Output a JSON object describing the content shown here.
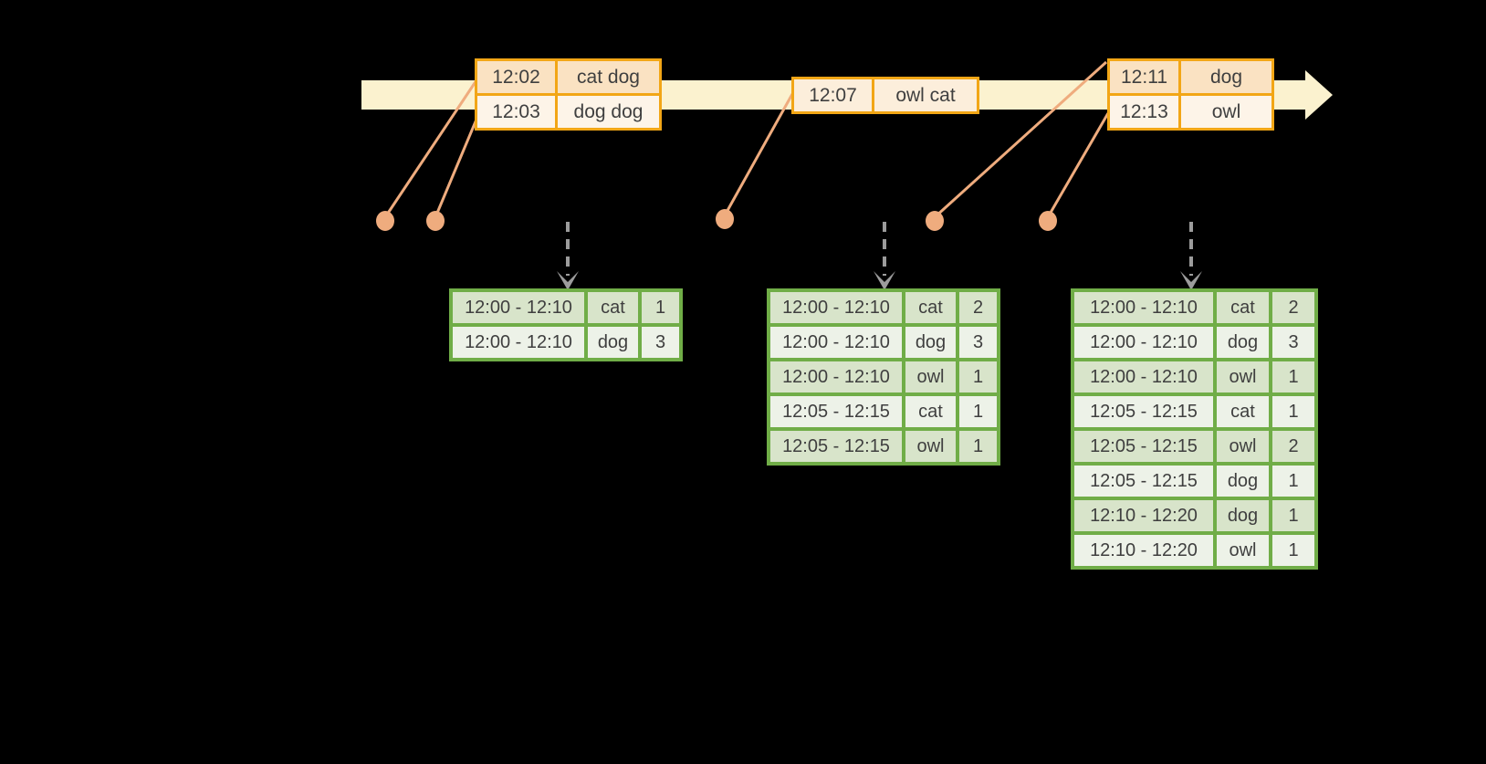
{
  "colors": {
    "background": "#000000",
    "timeline_fill": "#FBF2CF",
    "event_border": "#F2A616",
    "event_row_dark": "#FAE2C2",
    "event_row_mid": "#FCEEDB",
    "event_row_light": "#FDF4E8",
    "connector_orange": "#EFAC7E",
    "dashed_arrow_gray": "#9C9C9C",
    "result_border": "#70AD47",
    "result_row_dark": "#D8E4CA",
    "result_row_light": "#EDF2E8",
    "text": "#3F3F3F"
  },
  "event_tables": [
    {
      "rows": [
        {
          "time": "12:02",
          "words": "cat dog",
          "shade": "dark"
        },
        {
          "time": "12:03",
          "words": "dog dog",
          "shade": "light"
        }
      ]
    },
    {
      "rows": [
        {
          "time": "12:07",
          "words": "owl cat",
          "shade": "mid"
        }
      ]
    },
    {
      "rows": [
        {
          "time": "12:11",
          "words": "dog",
          "shade": "dark"
        },
        {
          "time": "12:13",
          "words": "owl",
          "shade": "light"
        }
      ]
    }
  ],
  "result_tables": [
    {
      "rows": [
        [
          "12:00 - 12:10",
          "cat",
          "1"
        ],
        [
          "12:00 - 12:10",
          "dog",
          "3"
        ]
      ]
    },
    {
      "rows": [
        [
          "12:00 - 12:10",
          "cat",
          "2"
        ],
        [
          "12:00 - 12:10",
          "dog",
          "3"
        ],
        [
          "12:00 - 12:10",
          "owl",
          "1"
        ],
        [
          "12:05 - 12:15",
          "cat",
          "1"
        ],
        [
          "12:05 - 12:15",
          "owl",
          "1"
        ]
      ]
    },
    {
      "rows": [
        [
          "12:00 - 12:10",
          "cat",
          "2"
        ],
        [
          "12:00 - 12:10",
          "dog",
          "3"
        ],
        [
          "12:00 - 12:10",
          "owl",
          "1"
        ],
        [
          "12:05 - 12:15",
          "cat",
          "1"
        ],
        [
          "12:05 - 12:15",
          "owl",
          "2"
        ],
        [
          "12:05 - 12:15",
          "dog",
          "1"
        ],
        [
          "12:10 - 12:20",
          "dog",
          "1"
        ],
        [
          "12:10 - 12:20",
          "owl",
          "1"
        ]
      ]
    }
  ]
}
